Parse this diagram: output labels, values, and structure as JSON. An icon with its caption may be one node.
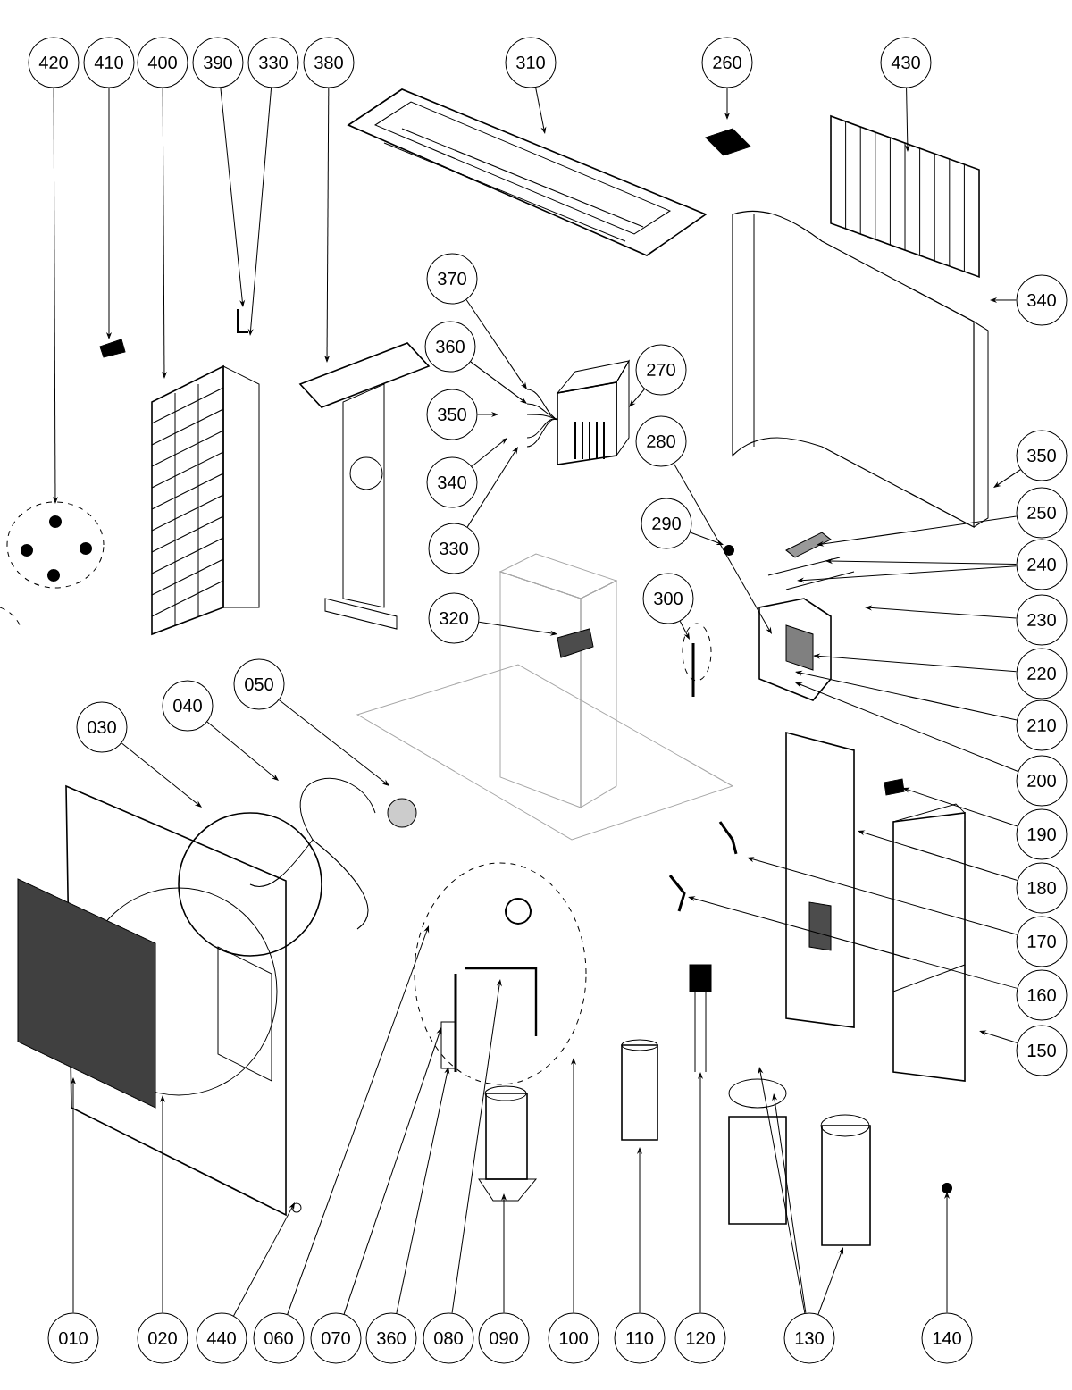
{
  "diagram": {
    "nodes": [
      {
        "text": [
          "420"
        ]
      },
      {
        "text": [
          "410"
        ]
      },
      {
        "text": [
          "400"
        ]
      },
      {
        "text": [
          "390"
        ]
      },
      {
        "text": [
          "330"
        ]
      },
      {
        "text": [
          "380"
        ]
      },
      {
        "text": [
          "310"
        ]
      },
      {
        "text": [
          "260"
        ]
      },
      {
        "text": [
          "430"
        ]
      },
      {
        "text": [
          "370"
        ]
      },
      {
        "text": [
          "360"
        ]
      },
      {
        "text": [
          "350"
        ]
      },
      {
        "text": [
          "340"
        ]
      },
      {
        "text": [
          "330"
        ]
      },
      {
        "text": [
          "320"
        ]
      },
      {
        "text": [
          "270"
        ]
      },
      {
        "text": [
          "280"
        ]
      },
      {
        "text": [
          "290"
        ]
      },
      {
        "text": [
          "300"
        ]
      },
      {
        "text": [
          "340"
        ]
      },
      {
        "text": [
          "350"
        ]
      },
      {
        "text": [
          "250"
        ]
      },
      {
        "text": [
          "240"
        ]
      },
      {
        "text": [
          "230"
        ]
      },
      {
        "text": [
          "220"
        ]
      },
      {
        "text": [
          "210"
        ]
      },
      {
        "text": [
          "200"
        ]
      },
      {
        "text": [
          "190"
        ]
      },
      {
        "text": [
          "180"
        ]
      },
      {
        "text": [
          "170"
        ]
      },
      {
        "text": [
          "160"
        ]
      },
      {
        "text": [
          "150"
        ]
      },
      {
        "text": [
          "050"
        ]
      },
      {
        "text": [
          "040"
        ]
      },
      {
        "text": [
          "030"
        ]
      },
      {
        "text": [
          "010"
        ]
      },
      {
        "text": [
          "020"
        ]
      },
      {
        "text": [
          "440"
        ]
      },
      {
        "text": [
          "060"
        ]
      },
      {
        "text": [
          "070"
        ]
      },
      {
        "text": [
          "360"
        ]
      },
      {
        "text": [
          "080"
        ]
      },
      {
        "text": [
          "090"
        ]
      },
      {
        "text": [
          "100"
        ]
      },
      {
        "text": [
          "110"
        ]
      },
      {
        "text": [
          "120"
        ]
      },
      {
        "text": [
          "130"
        ]
      },
      {
        "text": [
          "140"
        ]
      }
    ],
    "edges": [
      {
        "from": 0,
        "to": null,
        "arrow": "to"
      },
      {
        "from": 1,
        "to": null,
        "arrow": "to"
      },
      {
        "from": 2,
        "to": null,
        "arrow": "to"
      },
      {
        "from": 3,
        "to": null,
        "arrow": "to"
      },
      {
        "from": 4,
        "to": null,
        "arrow": "to"
      },
      {
        "from": 5,
        "to": null,
        "arrow": "to"
      },
      {
        "from": 6,
        "to": null,
        "arrow": "to"
      },
      {
        "from": 7,
        "to": null,
        "arrow": "to"
      },
      {
        "from": 8,
        "to": null,
        "arrow": "to"
      },
      {
        "from": 9,
        "to": null,
        "arrow": "to"
      },
      {
        "from": 10,
        "to": null,
        "arrow": "to"
      },
      {
        "from": 11,
        "to": null,
        "arrow": "to"
      },
      {
        "from": 12,
        "to": null,
        "arrow": "to"
      },
      {
        "from": 13,
        "to": null,
        "arrow": "to"
      },
      {
        "from": 14,
        "to": null,
        "arrow": "to"
      },
      {
        "from": 15,
        "to": null,
        "arrow": "to"
      },
      {
        "from": 16,
        "to": null,
        "arrow": "to"
      },
      {
        "from": 17,
        "to": null,
        "arrow": "to"
      },
      {
        "from": 18,
        "to": null,
        "arrow": "to"
      },
      {
        "from": 19,
        "to": null,
        "arrow": "to"
      },
      {
        "from": 20,
        "to": null,
        "arrow": "to"
      },
      {
        "from": 21,
        "to": null,
        "arrow": "to"
      },
      {
        "from": 22,
        "to": null,
        "arrow": "to"
      },
      {
        "from": 22,
        "to": null,
        "arrow": "to"
      },
      {
        "from": 23,
        "to": null,
        "arrow": "to"
      },
      {
        "from": 24,
        "to": null,
        "arrow": "to"
      },
      {
        "from": 25,
        "to": null,
        "arrow": "to"
      },
      {
        "from": 26,
        "to": null,
        "arrow": "to"
      },
      {
        "from": 27,
        "to": null,
        "arrow": "to"
      },
      {
        "from": 28,
        "to": null,
        "arrow": "to"
      },
      {
        "from": 29,
        "to": null,
        "arrow": "to"
      },
      {
        "from": 30,
        "to": null,
        "arrow": "to"
      },
      {
        "from": 31,
        "to": null,
        "arrow": "to"
      },
      {
        "from": 32,
        "to": null,
        "arrow": "to"
      },
      {
        "from": 33,
        "to": null,
        "arrow": "to"
      },
      {
        "from": 34,
        "to": null,
        "arrow": "to"
      },
      {
        "from": 35,
        "to": null,
        "arrow": "to"
      },
      {
        "from": 36,
        "to": null,
        "arrow": "to"
      },
      {
        "from": 37,
        "to": null,
        "arrow": "to"
      },
      {
        "from": 38,
        "to": null,
        "arrow": "to"
      },
      {
        "from": 39,
        "to": null,
        "arrow": "to"
      },
      {
        "from": 40,
        "to": null,
        "arrow": "to"
      },
      {
        "from": 41,
        "to": null,
        "arrow": "to"
      },
      {
        "from": 42,
        "to": null,
        "arrow": "to"
      },
      {
        "from": 43,
        "to": null,
        "arrow": "to"
      },
      {
        "from": 44,
        "to": null,
        "arrow": "to"
      },
      {
        "from": 45,
        "to": null,
        "arrow": "to"
      },
      {
        "from": 46,
        "to": null,
        "arrow": "to"
      },
      {
        "from": 46,
        "to": null,
        "arrow": "to"
      },
      {
        "from": 46,
        "to": null,
        "arrow": "to"
      },
      {
        "from": 47,
        "to": null,
        "arrow": "to"
      }
    ]
  }
}
